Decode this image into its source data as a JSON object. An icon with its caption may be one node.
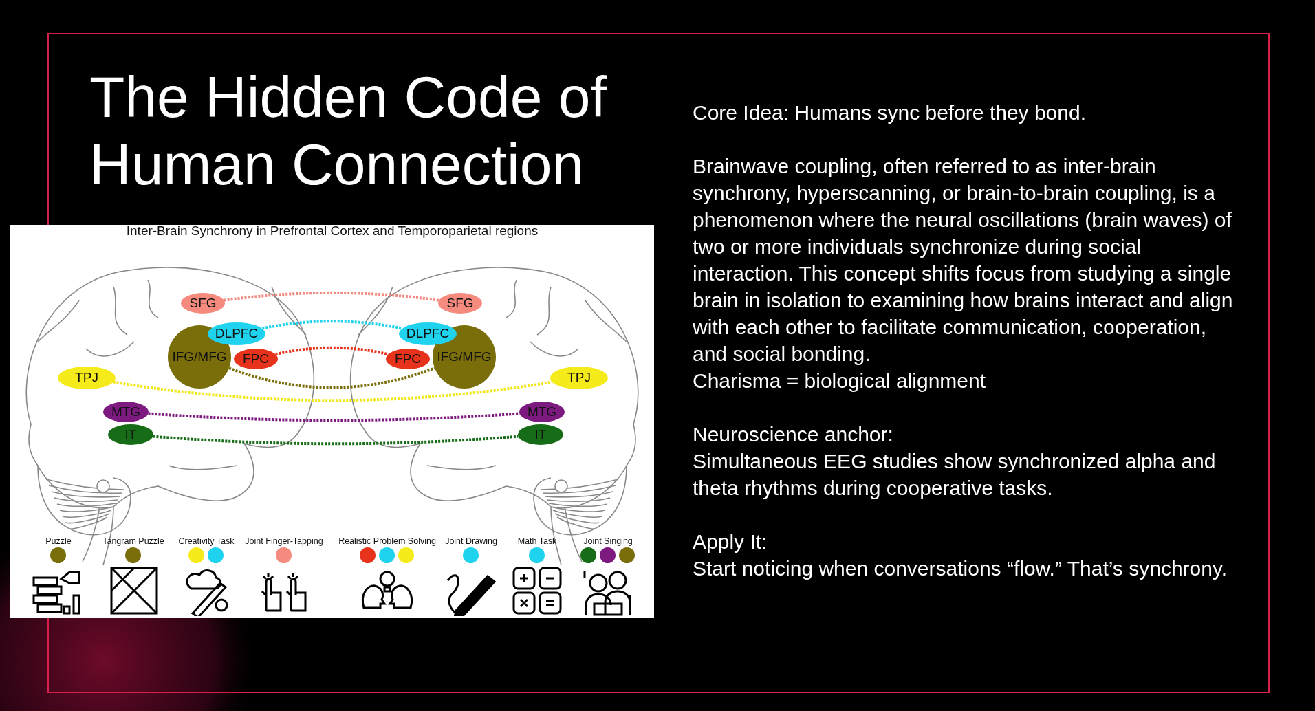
{
  "diagram": {
    "title": "The Hidden Code of Human Connection",
    "nodes": [
      {
        "text": [
          "SFG"
        ]
      },
      {
        "text": [
          "DLPFC"
        ]
      },
      {
        "text": [
          "IFG/MFG"
        ]
      },
      {
        "text": [
          "FPC"
        ]
      },
      {
        "text": [
          "TPJ"
        ]
      },
      {
        "text": [
          "MTG"
        ]
      },
      {
        "text": [
          "IT"
        ]
      },
      {
        "text": [
          "SFG"
        ]
      },
      {
        "text": [
          "DLPFC"
        ]
      },
      {
        "text": [
          "FPC"
        ]
      },
      {
        "text": [
          "IFG/MFG"
        ]
      },
      {
        "text": [
          "TPJ"
        ]
      },
      {
        "text": [
          "MTG"
        ]
      },
      {
        "text": [
          "IT"
        ]
      }
    ],
    "edges": [
      {
        "from": 0,
        "to": 7,
        "arrow": "none",
        "color": "#f08a80"
      },
      {
        "from": 1,
        "to": 8,
        "arrow": "none",
        "color": "#1fd3ee"
      },
      {
        "from": 3,
        "to": 9,
        "arrow": "none",
        "color": "#e8331c"
      },
      {
        "from": 2,
        "to": 10,
        "arrow": "none",
        "color": "#7a6e0a"
      },
      {
        "from": 4,
        "to": 11,
        "arrow": "none",
        "color": "#f2e71a"
      },
      {
        "from": 5,
        "to": 12,
        "arrow": "none",
        "color": "#7d1a80"
      },
      {
        "from": 6,
        "to": 13,
        "arrow": "none",
        "color": "#176d17"
      }
    ],
    "labels": [
      "Inter-Brain Synchrony in Prefrontal Cortex and Temporoparietal regions",
      "Puzzle",
      "Tangram Puzzle",
      "Creativity Task",
      "Joint Finger-Tapping",
      "Realistic Problem Solving",
      "Joint Drawing",
      "Math Task",
      "Joint Singing",
      "Core Idea: Humans sync before they bond.",
      "Brainwave coupling, often referred to as inter-brain synchrony, hyperscanning, or brain-to-brain coupling, is a phenomenon where the neural oscillations (brain waves) of two or more individuals synchronize during social interaction. This concept shifts focus from studying a single brain in isolation to examining how brains interact and align with each other to facilitate communication, cooperation, and social bonding.",
      "Charisma = biological alignment",
      "Neuroscience anchor:",
      "Simultaneous EEG studies show synchronized alpha and theta rhythms during cooperative tasks.",
      "Apply It:",
      "Start noticing when conversations “flow.” That’s synchrony."
    ]
  }
}
